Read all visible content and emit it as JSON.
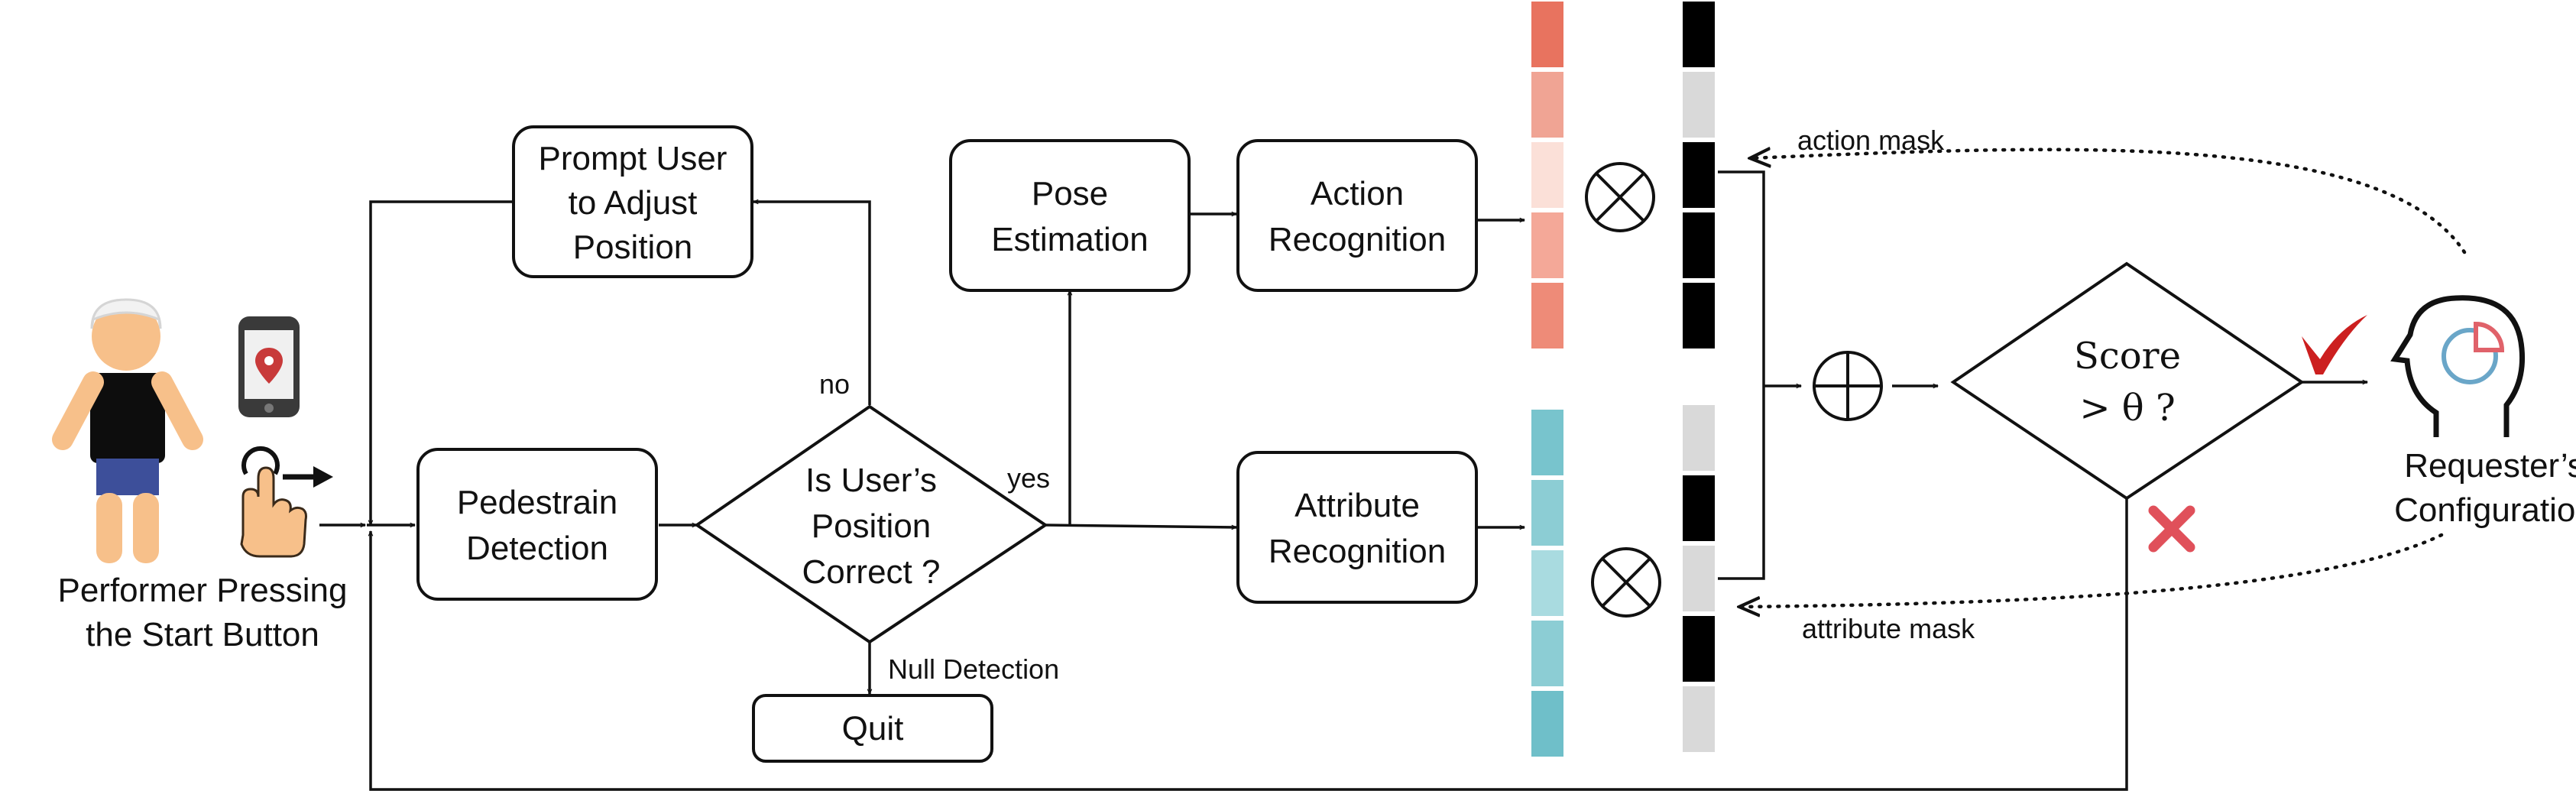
{
  "nodes": {
    "prompt_user": [
      "Prompt User",
      "to Adjust",
      "Position"
    ],
    "pedestrian_detection": [
      "Pedestrain",
      "Detection"
    ],
    "decision_position": [
      "Is User’s",
      "Position",
      "Correct ?"
    ],
    "pose_estimation": [
      "Pose",
      "Estimation"
    ],
    "action_recognition": [
      "Action",
      "Recognition"
    ],
    "attribute_recognition": [
      "Attribute",
      "Recognition"
    ],
    "quit": "Quit",
    "score_decision": [
      "Score",
      "> θ ?"
    ]
  },
  "edge_labels": {
    "no": "no",
    "yes": "yes",
    "null_detection": "Null Detection",
    "action_mask": "action mask",
    "attribute_mask": "attribute mask"
  },
  "performer_caption": [
    "Performer Pressing",
    "the Start Button"
  ],
  "requester_caption": [
    "Requester’s",
    "Configuration"
  ],
  "feature_vectors": {
    "action_features": [
      "#e8735f",
      "#f0a494",
      "#fbe0d8",
      "#f4a898",
      "#ee8b78"
    ],
    "attribute_features": [
      "#78c4cd",
      "#8ccdd4",
      "#a9dbe0",
      "#8ccdd4",
      "#6fbfc9"
    ]
  },
  "masks": {
    "action_mask": [
      "#000000",
      "#d9d9d9",
      "#000000",
      "#000000",
      "#000000"
    ],
    "attribute_mask": [
      "#d9d9d9",
      "#000000",
      "#d9d9d9",
      "#000000",
      "#d9d9d9"
    ]
  },
  "colors": {
    "accept": "#cc1f1f",
    "reject": "#e0505a",
    "skin": "#f7c08a",
    "shirt": "#0d0d0d",
    "shorts": "#3d4f9a",
    "head_icon_accent": "#e0626a",
    "head_icon_blue": "#6aa6c8"
  },
  "icons": [
    "performer-figure",
    "phone-location-icon",
    "tap-hand-icon",
    "multiply-icon",
    "sum-icon",
    "check-icon",
    "cross-icon",
    "requester-head-icon"
  ]
}
